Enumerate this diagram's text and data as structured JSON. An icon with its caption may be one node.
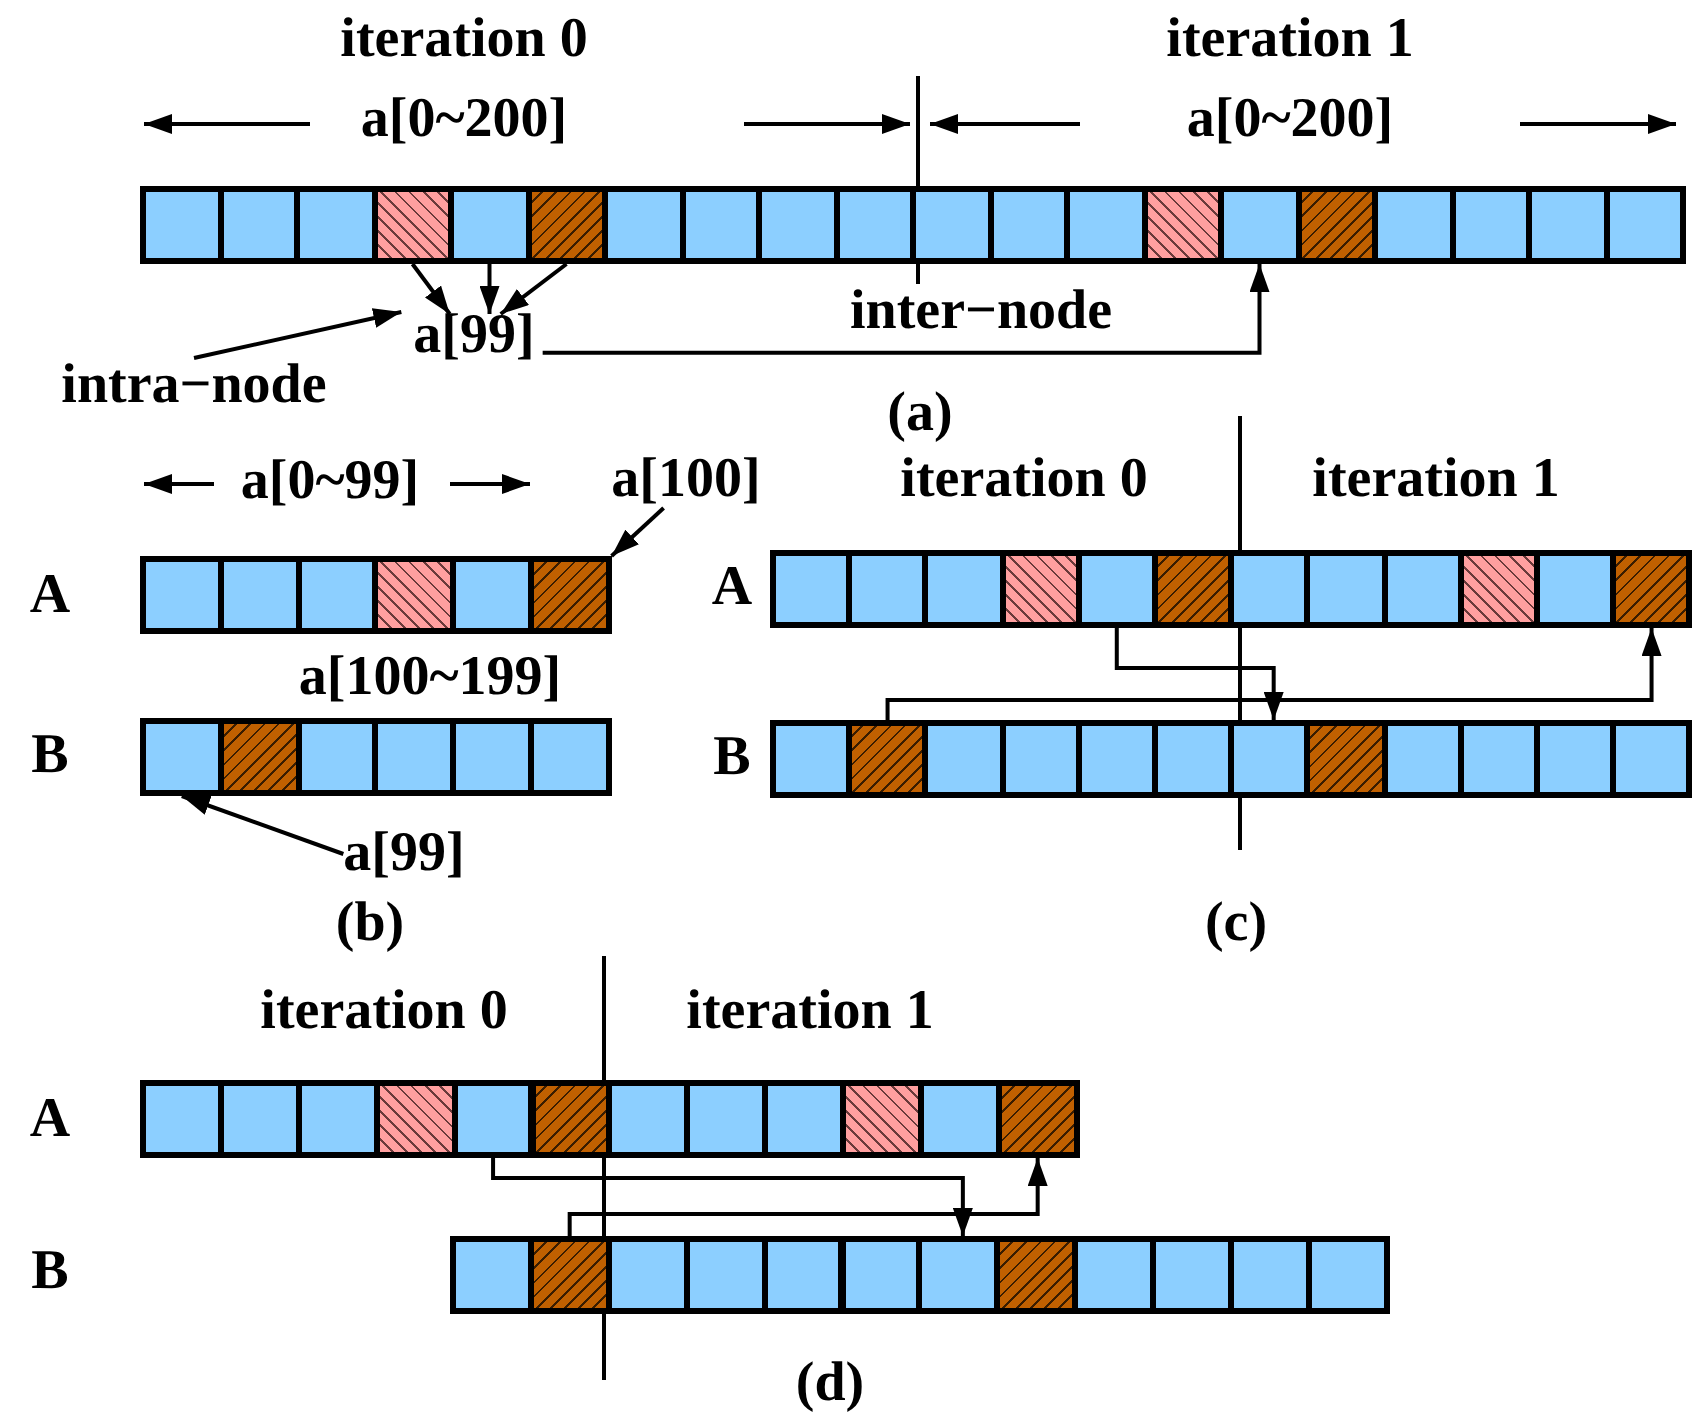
{
  "diagram": {
    "nodes": [
      {
        "text": [],
        "shape": "box"
      },
      {
        "text": [],
        "shape": "box"
      },
      {
        "text": [],
        "shape": "box"
      },
      {
        "text": [],
        "shape": "box"
      },
      {
        "text": [],
        "shape": "box"
      },
      {
        "text": [],
        "shape": "box"
      },
      {
        "text": [],
        "shape": "box"
      },
      {
        "text": [],
        "shape": "box"
      },
      {
        "text": [],
        "shape": "box"
      },
      {
        "text": [],
        "shape": "box"
      },
      {
        "text": [],
        "shape": "box"
      },
      {
        "text": [],
        "shape": "box"
      },
      {
        "text": [],
        "shape": "box"
      },
      {
        "text": [],
        "shape": "box"
      },
      {
        "text": [],
        "shape": "box"
      },
      {
        "text": [],
        "shape": "box"
      },
      {
        "text": [],
        "shape": "box"
      },
      {
        "text": [],
        "shape": "box"
      },
      {
        "text": [],
        "shape": "box"
      },
      {
        "text": [],
        "shape": "box"
      },
      {
        "text": [
          "a[99]"
        ]
      },
      {
        "text": [
          "intra−node"
        ]
      },
      {
        "text": [
          "a[100]"
        ]
      },
      {
        "text": [],
        "shape": "box"
      },
      {
        "text": [],
        "shape": "box"
      },
      {
        "text": [],
        "shape": "box"
      },
      {
        "text": [],
        "shape": "box"
      },
      {
        "text": [],
        "shape": "box"
      },
      {
        "text": [],
        "shape": "box"
      },
      {
        "text": [],
        "shape": "box"
      },
      {
        "text": [],
        "shape": "box"
      },
      {
        "text": [],
        "shape": "box"
      },
      {
        "text": [],
        "shape": "box"
      },
      {
        "text": [],
        "shape": "box"
      },
      {
        "text": [],
        "shape": "box"
      },
      {
        "text": [
          "a[99]"
        ]
      },
      {
        "text": [],
        "shape": "box"
      },
      {
        "text": [],
        "shape": "box"
      },
      {
        "text": [],
        "shape": "box"
      },
      {
        "text": [],
        "shape": "box"
      },
      {
        "text": [],
        "shape": "box"
      },
      {
        "text": [],
        "shape": "box"
      },
      {
        "text": [],
        "shape": "box"
      },
      {
        "text": [],
        "shape": "box"
      },
      {
        "text": [],
        "shape": "box"
      },
      {
        "text": [],
        "shape": "box"
      },
      {
        "text": [],
        "shape": "box"
      },
      {
        "text": [],
        "shape": "box"
      },
      {
        "text": [],
        "shape": "box"
      },
      {
        "text": [],
        "shape": "box"
      },
      {
        "text": [],
        "shape": "box"
      },
      {
        "text": [],
        "shape": "box"
      },
      {
        "text": [],
        "shape": "box"
      },
      {
        "text": [],
        "shape": "box"
      },
      {
        "text": [],
        "shape": "box"
      },
      {
        "text": [],
        "shape": "box"
      },
      {
        "text": [],
        "shape": "box"
      },
      {
        "text": [],
        "shape": "box"
      },
      {
        "text": [],
        "shape": "box"
      },
      {
        "text": [],
        "shape": "box"
      },
      {
        "text": [],
        "shape": "box"
      },
      {
        "text": [],
        "shape": "box"
      },
      {
        "text": [],
        "shape": "box"
      },
      {
        "text": [],
        "shape": "box"
      },
      {
        "text": [],
        "shape": "box"
      },
      {
        "text": [],
        "shape": "box"
      },
      {
        "text": [],
        "shape": "box"
      },
      {
        "text": [],
        "shape": "box"
      },
      {
        "text": [],
        "shape": "box"
      },
      {
        "text": [],
        "shape": "box"
      },
      {
        "text": [],
        "shape": "box"
      },
      {
        "text": [],
        "shape": "box"
      },
      {
        "text": [],
        "shape": "box"
      },
      {
        "text": [],
        "shape": "box"
      },
      {
        "text": [],
        "shape": "box"
      },
      {
        "text": [],
        "shape": "box"
      },
      {
        "text": [],
        "shape": "box"
      },
      {
        "text": [],
        "shape": "box"
      },
      {
        "text": [],
        "shape": "box"
      },
      {
        "text": [],
        "shape": "box"
      },
      {
        "text": [],
        "shape": "box"
      },
      {
        "text": [],
        "shape": "box"
      },
      {
        "text": [],
        "shape": "box"
      },
      {
        "text": [],
        "shape": "box"
      }
    ],
    "edges": [
      {
        "from": 3,
        "to": 20,
        "arrow": "to"
      },
      {
        "from": 4,
        "to": 20,
        "arrow": "to"
      },
      {
        "from": 5,
        "to": 20,
        "arrow": "to"
      },
      {
        "from": 20,
        "to": 14,
        "arrow": "to",
        "label": "inter−node"
      },
      {
        "from": 21,
        "to": 20,
        "arrow": "to"
      },
      {
        "from": 22,
        "to": 28,
        "arrow": "to"
      },
      {
        "from": 35,
        "to": 29,
        "arrow": "to"
      },
      {
        "from": 40,
        "to": 54,
        "arrow": "to"
      },
      {
        "from": 49,
        "to": 47,
        "arrow": "to"
      },
      {
        "from": 64,
        "to": 78,
        "arrow": "to"
      },
      {
        "from": 73,
        "to": 71,
        "arrow": "to"
      }
    ],
    "labels": [
      "iteration 0",
      "a[0~200]",
      "iteration 1",
      "a[0~200]",
      "(a)",
      "a[0~99]",
      "A",
      "a[100~199]",
      "B",
      "(b)",
      "iteration 0",
      "iteration 1",
      "A",
      "B",
      "(c)",
      "iteration 0",
      "iteration 1",
      "A",
      "B",
      "(d)"
    ]
  }
}
